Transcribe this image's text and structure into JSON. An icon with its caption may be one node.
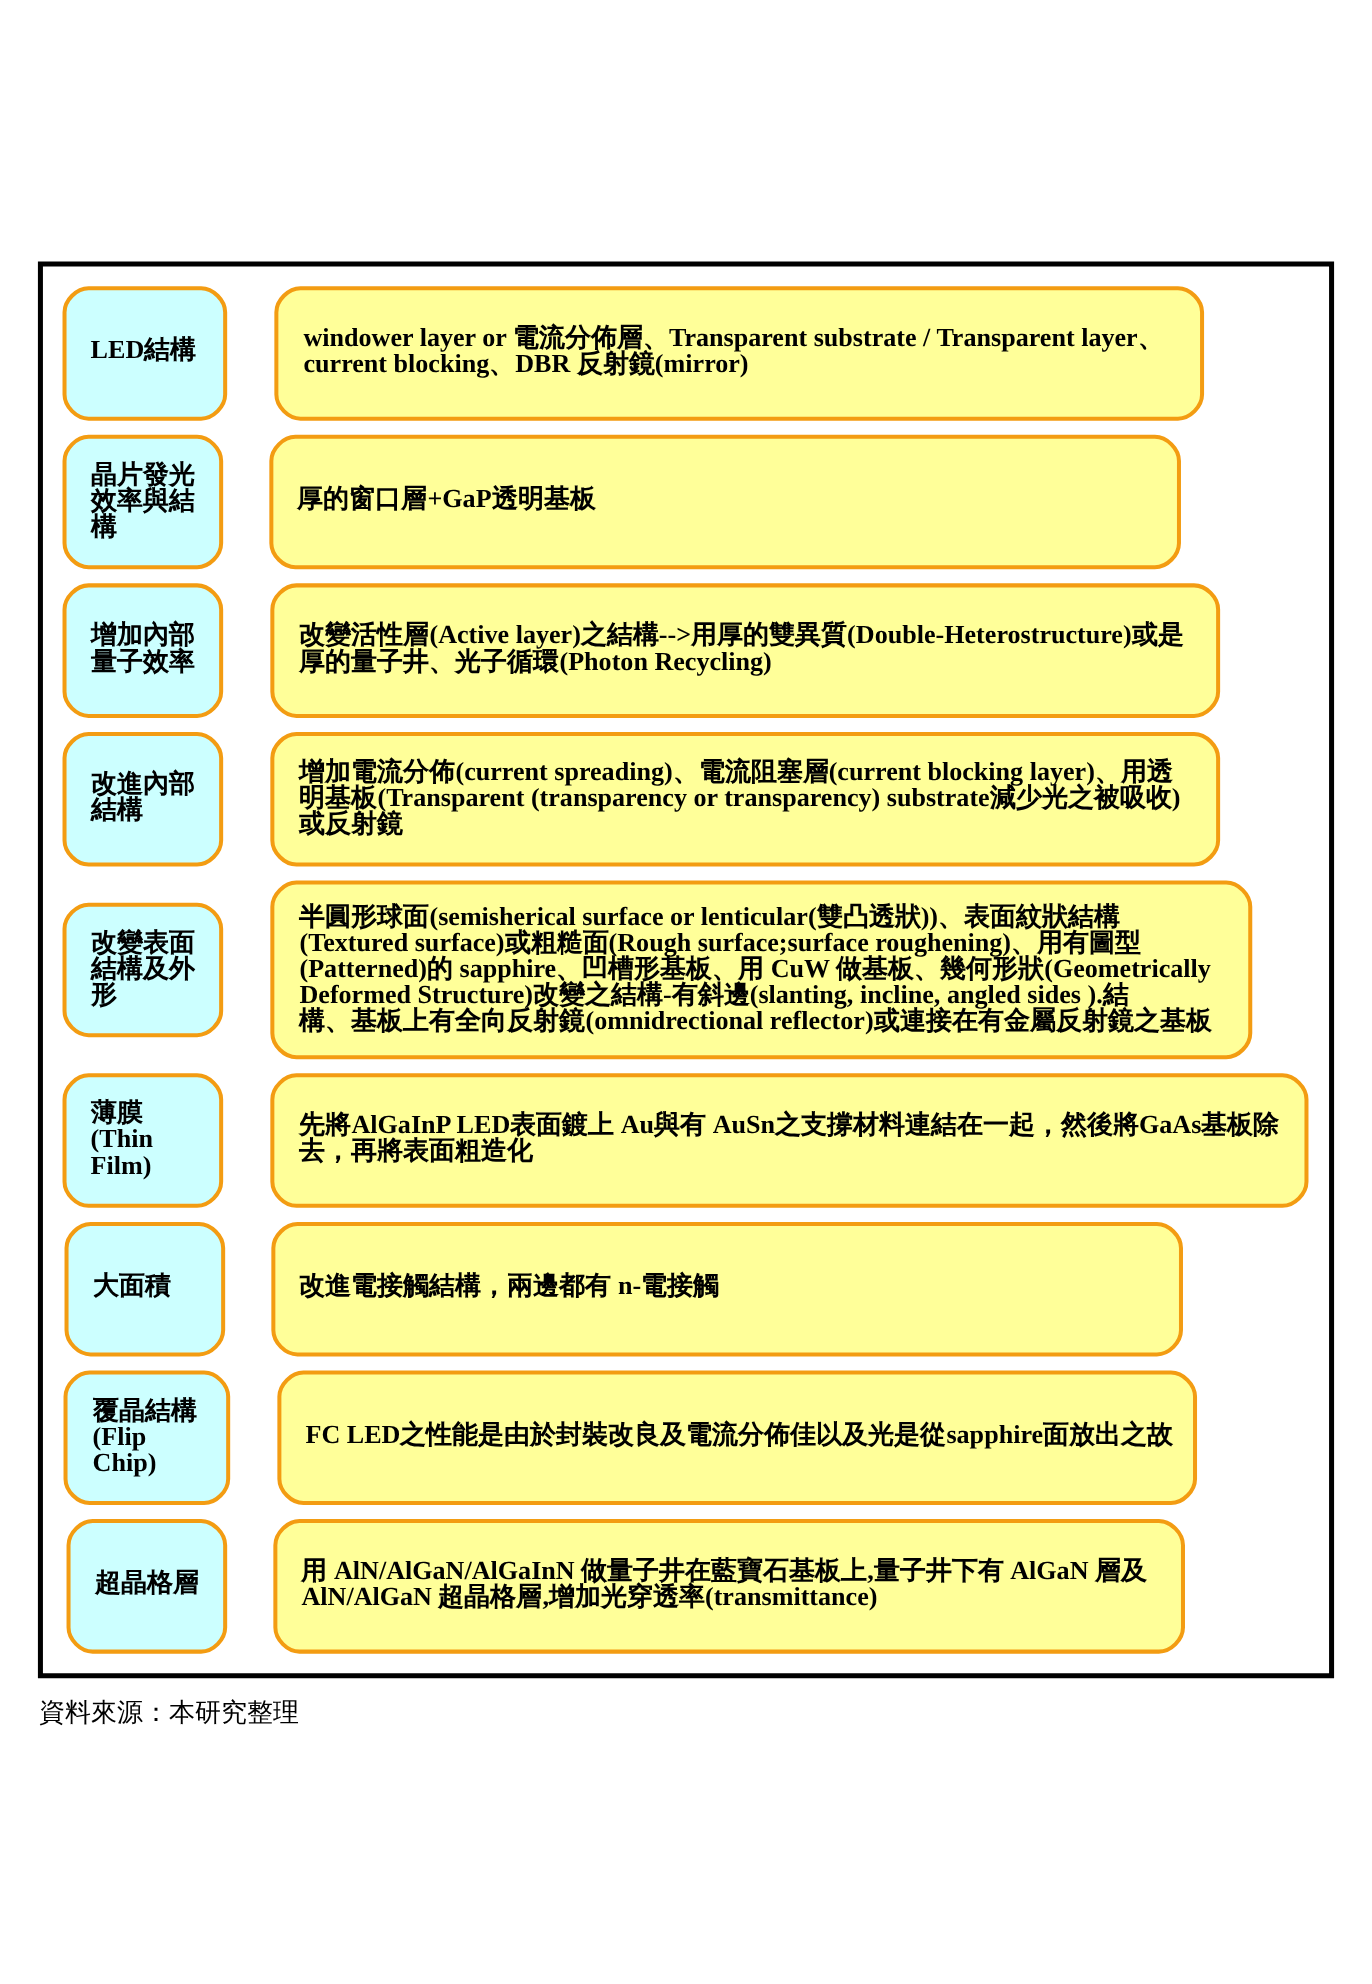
{
  "diagram": {
    "caption": "資料來源：本研究整理",
    "nodes": [
      {
        "text": [],
        "shape": "box"
      },
      {
        "text": [
          "LED結構"
        ],
        "in": 0
      },
      {
        "text": [
          "windower layer or 電流分佈層、Transparent substrate / Transparent layer、current blocking、DBR 反射鏡(mirror)"
        ],
        "in": 0
      },
      {
        "text": [
          "晶片發光效率與結構"
        ],
        "in": 0
      },
      {
        "text": [
          "厚的窗口層+GaP透明基板"
        ],
        "in": 0
      },
      {
        "text": [
          "增加內部量子效率"
        ],
        "in": 0
      },
      {
        "text": [
          "改變活性層(Active layer)之結構-->用厚的雙異質(Double-Heterostructure)或是厚的量子井、光子循環(Photon Recycling)"
        ],
        "in": 0
      },
      {
        "text": [
          "改進內部結構"
        ],
        "in": 0
      },
      {
        "text": [
          "增加電流分佈(current spreading)、電流阻塞層(current blocking layer)、用透明基板(Transparent (transparency or transparency) substrate減少光之被吸收)或反射鏡"
        ],
        "in": 0
      },
      {
        "text": [
          "改變表面結構及外形"
        ],
        "in": 0
      },
      {
        "text": [
          "半圓形球面(semisherical surface or lenticular(雙凸透狀))、表面紋狀結構(Textured surface)或粗糙面(Rough surface;surface roughening)、用有圖型(Patterned)的 sapphire、凹槽形基板、用 CuW 做基板、幾何形狀(Geometrically Deformed Structure)改變之結構-有斜邊(slanting, incline, angled sides ).結構、基板上有全向反射鏡(omnidrectional reflector)或連接在有金屬反射鏡之基板"
        ],
        "in": 0
      },
      {
        "text": [
          "薄膜 (Thin Film)"
        ],
        "in": 0
      },
      {
        "text": [
          "先將AlGaInP LED表面鍍上 Au與有 AuSn之支撐材料連結在一起，然後將GaAs基板除去，再將表面粗造化"
        ],
        "in": 0
      },
      {
        "text": [
          "大面積"
        ],
        "in": 0
      },
      {
        "text": [
          "改進電接觸結構，兩邊都有 n-電接觸"
        ],
        "in": 0
      },
      {
        "text": [
          "覆晶結構 (Flip Chip)"
        ],
        "in": 0
      },
      {
        "text": [
          "FC LED之性能是由於封裝改良及電流分佈佳以及光是從sapphire面放出之故"
        ],
        "in": 0
      },
      {
        "text": [
          "超晶格層"
        ],
        "in": 0
      },
      {
        "text": [
          "用 AlN/AlGaN/AlGaInN 做量子井在藍寶石基板上,量子井下有 AlGaN 層及 AlN/AlGaN 超晶格層,增加光穿透率(transmittance)"
        ],
        "in": 0
      }
    ],
    "edges": []
  }
}
